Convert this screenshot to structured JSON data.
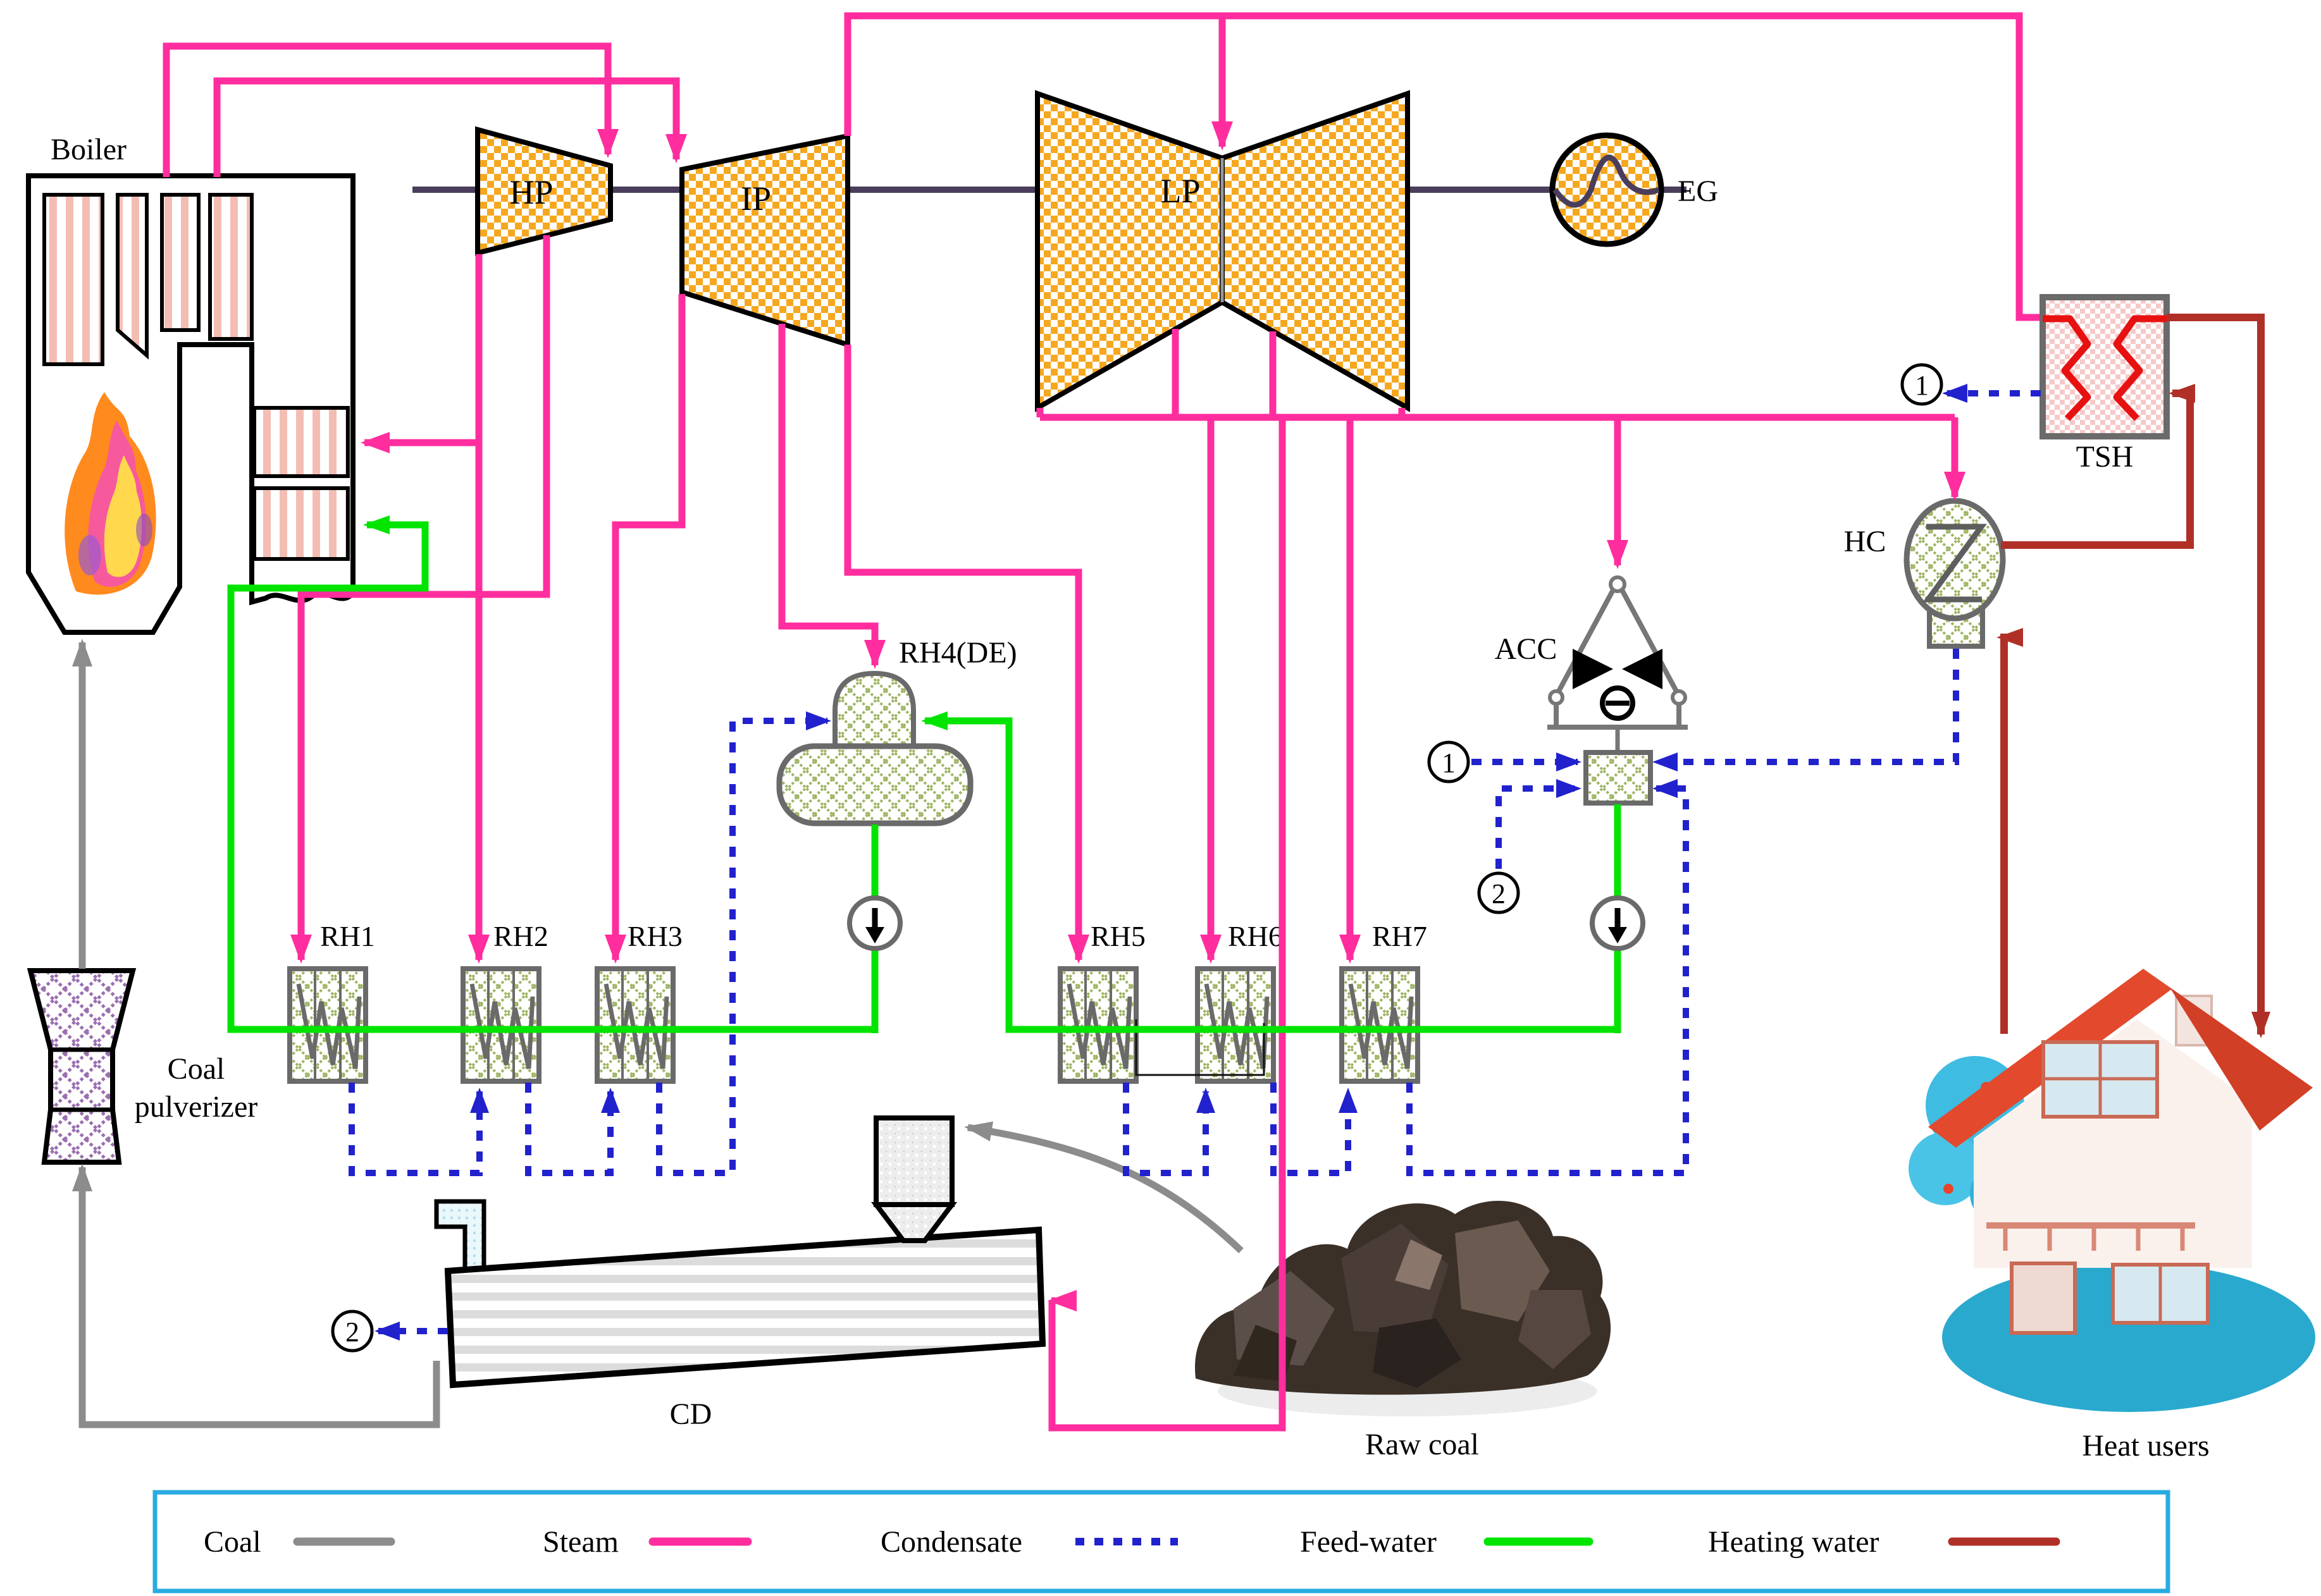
{
  "components": {
    "boiler": {
      "label": "Boiler"
    },
    "coal_pulverizer": {
      "label_line1": "Coal",
      "label_line2": "pulverizer"
    },
    "turbine_hp": {
      "label": "HP"
    },
    "turbine_ip": {
      "label": "IP"
    },
    "turbine_lp": {
      "label": "LP"
    },
    "generator": {
      "label": "EG"
    },
    "tsh": {
      "label": "TSH"
    },
    "hc": {
      "label": "HC"
    },
    "acc": {
      "label": "ACC"
    },
    "rh1": {
      "label": "RH1"
    },
    "rh2": {
      "label": "RH2"
    },
    "rh3": {
      "label": "RH3"
    },
    "rh4": {
      "label": "RH4(DE)"
    },
    "rh5": {
      "label": "RH5"
    },
    "rh6": {
      "label": "RH6"
    },
    "rh7": {
      "label": "RH7"
    },
    "cd": {
      "label": "CD"
    },
    "raw_coal": {
      "label": "Raw coal"
    },
    "heat_users": {
      "label": "Heat users"
    },
    "tags": {
      "point1": "1",
      "point2": "2"
    }
  },
  "legend": {
    "items": [
      {
        "label": "Coal",
        "color": "#8C8C8C",
        "style": "solid"
      },
      {
        "label": "Steam",
        "color": "#FF2D9E",
        "style": "solid"
      },
      {
        "label": "Condensate",
        "color": "#2121CE",
        "style": "dashed"
      },
      {
        "label": "Feed-water",
        "color": "#00E400",
        "style": "solid"
      },
      {
        "label": "Heating water",
        "color": "#B03028",
        "style": "solid"
      }
    ]
  },
  "colors": {
    "steam": "#FF2D9E",
    "condensate": "#2121CE",
    "feed_water": "#00E400",
    "heating_water": "#B03028",
    "coal": "#8C8C8C",
    "shaft": "#4A3E5C",
    "turbine_fill": "#F5A81F",
    "heater_hatch": "#9FB565",
    "pulverizer_hatch": "#9B6FB0",
    "tsh_coil": "#E81111",
    "legend_border": "#29ABE2"
  }
}
